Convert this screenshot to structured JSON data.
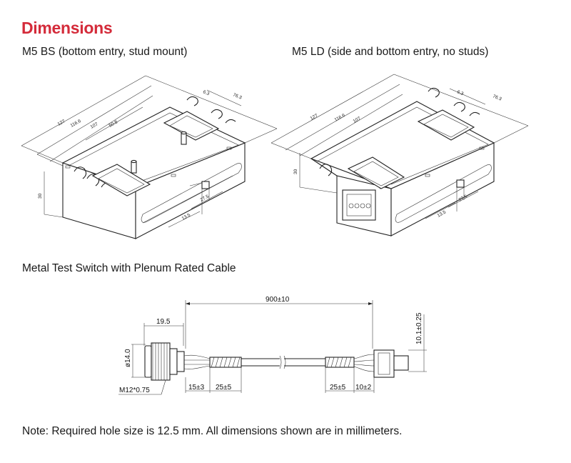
{
  "heading": "Dimensions",
  "captions": {
    "bs": "M5 BS (bottom entry, stud mount)",
    "ld": "M5 LD (side and bottom entry, no studs)",
    "switch": "Metal Test Switch with Plenum Rated Cable",
    "note": "Note: Required hole size is 12.5 mm. All dimensions shown are in millimeters."
  },
  "bs_dims": {
    "d127": "127",
    "d116": "116.6",
    "d107": "107",
    "d508": "50.8",
    "d63": "6.3",
    "d763": "76.3",
    "d30": "30",
    "d135": "13.5",
    "d275": "27.5"
  },
  "ld_dims": {
    "d127": "127",
    "d116": "116.6",
    "d107": "107",
    "d63": "6.3",
    "d763": "76.3",
    "d30": "30",
    "d135": "13.5",
    "d275": "27.5"
  },
  "switch_dims": {
    "length": "900±10",
    "thread_len": "19.5",
    "diameter": "ø14.0",
    "thread": "M12*0.75",
    "strip1": "15±3",
    "strip2": "25±5",
    "strip3": "25±5",
    "strip4": "10±2",
    "height": "10.1±0.25"
  }
}
